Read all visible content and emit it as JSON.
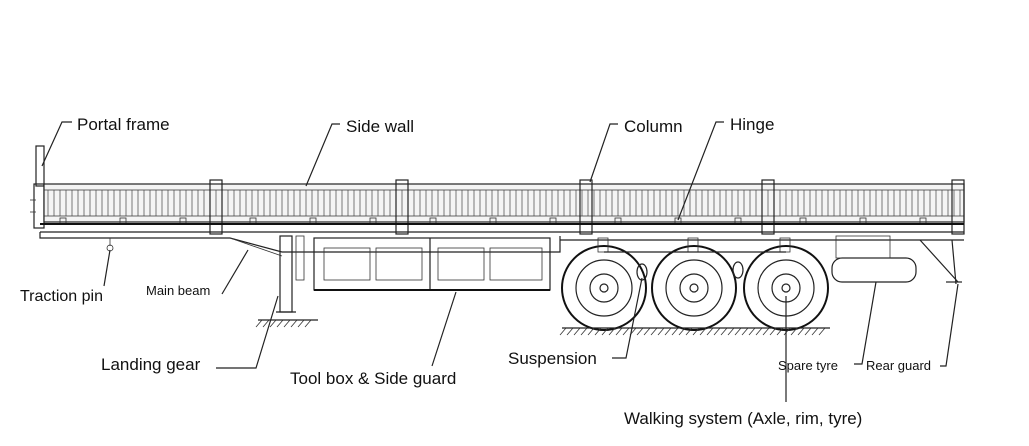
{
  "labels": {
    "portal_frame": "Portal frame",
    "side_wall": "Side wall",
    "column": "Column",
    "hinge": "Hinge",
    "traction_pin": "Traction pin",
    "main_beam": "Main beam",
    "landing_gear": "Landing gear",
    "tool_box": "Tool box & Side guard",
    "suspension": "Suspension",
    "spare_tyre": "Spare tyre",
    "rear_guard": "Rear guard",
    "walking_system": "Walking system (Axle, rim, tyre)"
  }
}
